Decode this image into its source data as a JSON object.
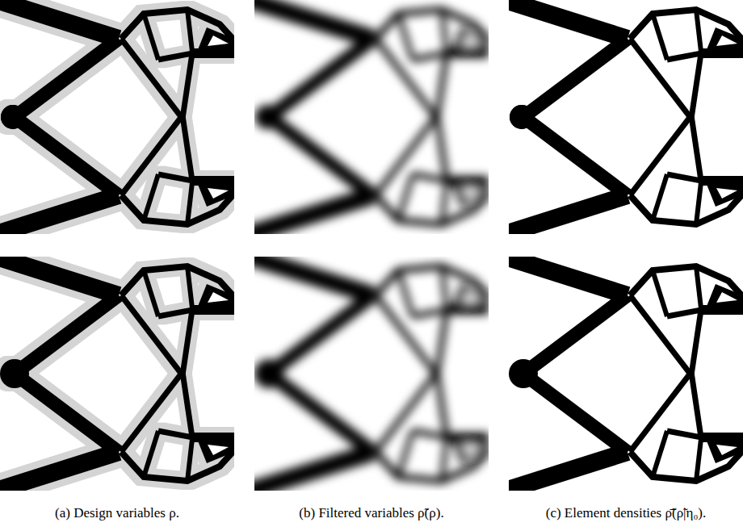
{
  "diagram": {
    "labels": [
      "(a) Design variables ρ.",
      "(b) Filtered variables ρ̃(ρ).",
      "(c) Element densities ρ̃̄(ρ̃|η₀)."
    ]
  }
}
